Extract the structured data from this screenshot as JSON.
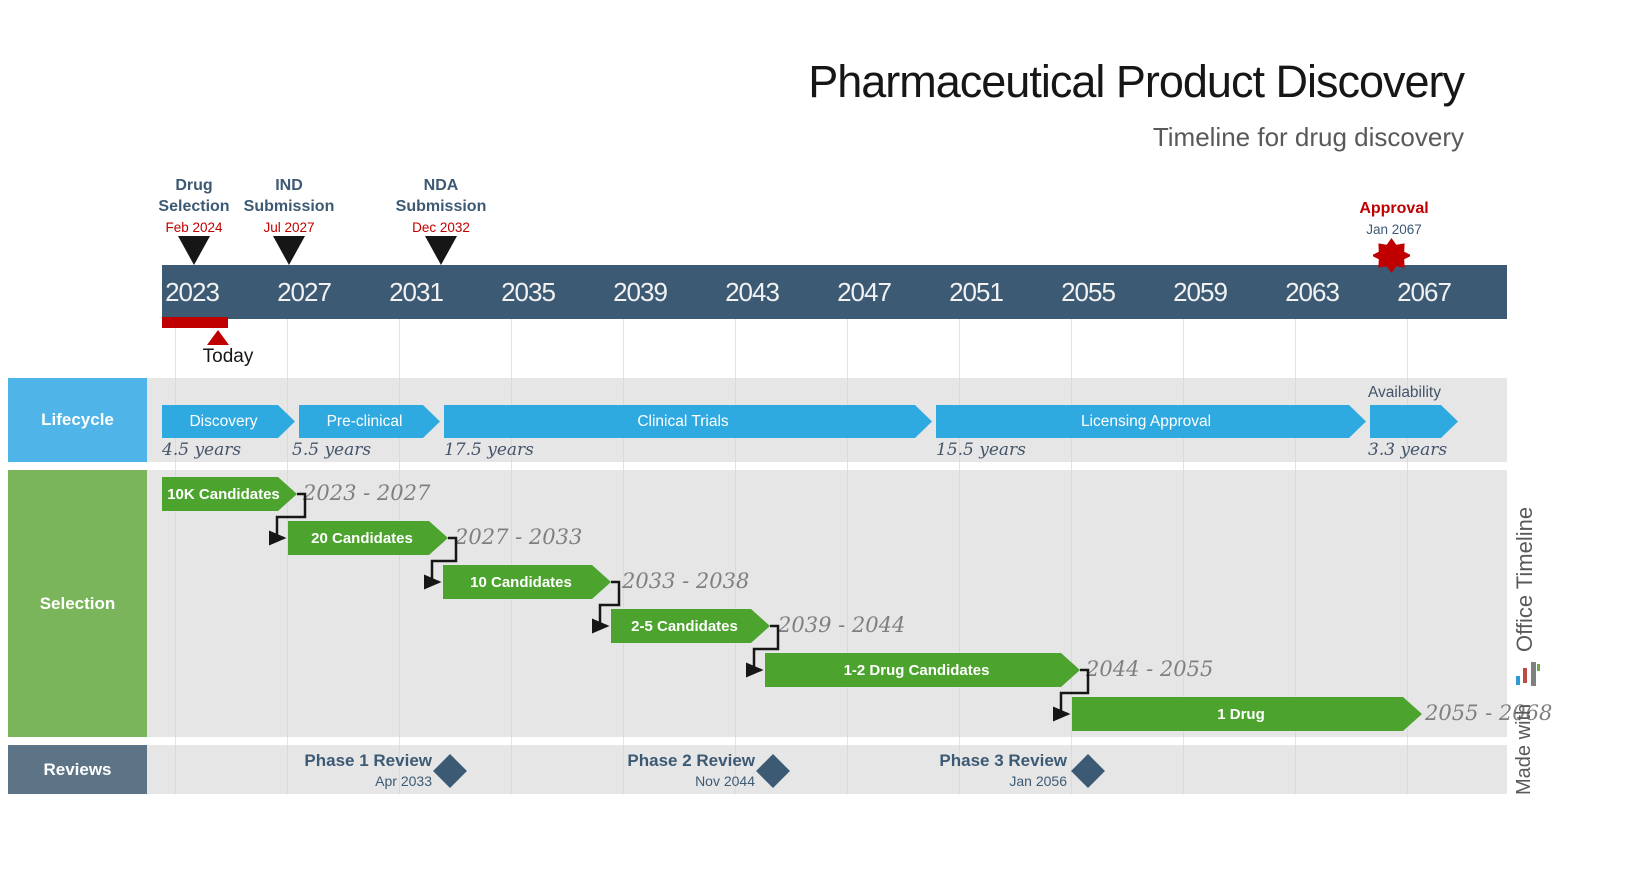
{
  "title": "Pharmaceutical Product Discovery",
  "subtitle": "Timeline for drug discovery",
  "timeline": {
    "years": [
      "2023",
      "2027",
      "2031",
      "2035",
      "2039",
      "2043",
      "2047",
      "2051",
      "2055",
      "2059",
      "2063",
      "2067"
    ],
    "today_label": "Today"
  },
  "milestones": [
    {
      "title": "Drug Selection",
      "date": "Feb 2024",
      "marker": "black-triangle-down"
    },
    {
      "title": "IND Submission",
      "date": "Jul 2027",
      "marker": "black-triangle-down"
    },
    {
      "title": "NDA Submission",
      "date": "Dec 2032",
      "marker": "black-triangle-down"
    },
    {
      "title": "Approval",
      "date": "Jan 2067",
      "marker": "red-star"
    }
  ],
  "lifecycle": {
    "header": "Lifecycle",
    "phases": [
      {
        "label": "Discovery",
        "duration": "4.5 years"
      },
      {
        "label": "Pre-clinical",
        "duration": "5.5 years"
      },
      {
        "label": "Clinical Trials",
        "duration": "17.5 years"
      },
      {
        "label": "Licensing Approval",
        "duration": "15.5 years"
      },
      {
        "label": "Availability",
        "duration": "3.3 years"
      }
    ]
  },
  "selection": {
    "header": "Selection",
    "bars": [
      {
        "label": "10K Candidates",
        "range": "2023 - 2027"
      },
      {
        "label": "20 Candidates",
        "range": "2027 - 2033"
      },
      {
        "label": "10 Candidates",
        "range": "2033 - 2038"
      },
      {
        "label": "2-5 Candidates",
        "range": "2039 - 2044"
      },
      {
        "label": "1-2 Drug Candidates",
        "range": "2044 - 2055"
      },
      {
        "label": "1 Drug",
        "range": "2055 - 2068"
      }
    ]
  },
  "reviews": {
    "header": "Reviews",
    "items": [
      {
        "label": "Phase 1 Review",
        "date": "Apr 2033"
      },
      {
        "label": "Phase 2 Review",
        "date": "Nov 2044"
      },
      {
        "label": "Phase 3 Review",
        "date": "Jan 2056"
      }
    ]
  },
  "branding": {
    "made_with": "Made with",
    "name": "Office Timeline"
  },
  "colors": {
    "band_slate": "#3D5A75",
    "milestone_red": "#C00000",
    "phase_blue": "#2EAAE1",
    "lifecycle_header_blue": "#4FB5E8",
    "task_green": "#4CA32E",
    "selection_header_green": "#7AB55C",
    "reviews_header_slate": "#5D7486",
    "row_background": "#E6E6E6",
    "range_text_gray": "#7F7F7F"
  }
}
